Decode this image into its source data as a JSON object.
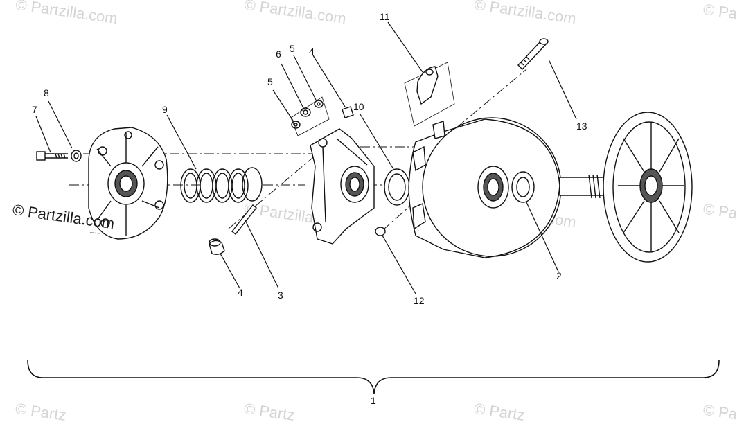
{
  "watermark": {
    "text": "© Partzilla.com",
    "partial": "© Pa",
    "bottom_partial": "© Partz"
  },
  "callouts": {
    "c1": "1",
    "c2": "2",
    "c3": "3",
    "c4a": "4",
    "c4b": "4",
    "c5a": "5",
    "c5b": "5",
    "c6": "6",
    "c7": "7",
    "c8": "8",
    "c9": "9",
    "c10": "10",
    "c11": "11",
    "c12": "12",
    "c13": "13"
  },
  "colors": {
    "ink": "#111111",
    "watermark": "#d4d4d4"
  }
}
